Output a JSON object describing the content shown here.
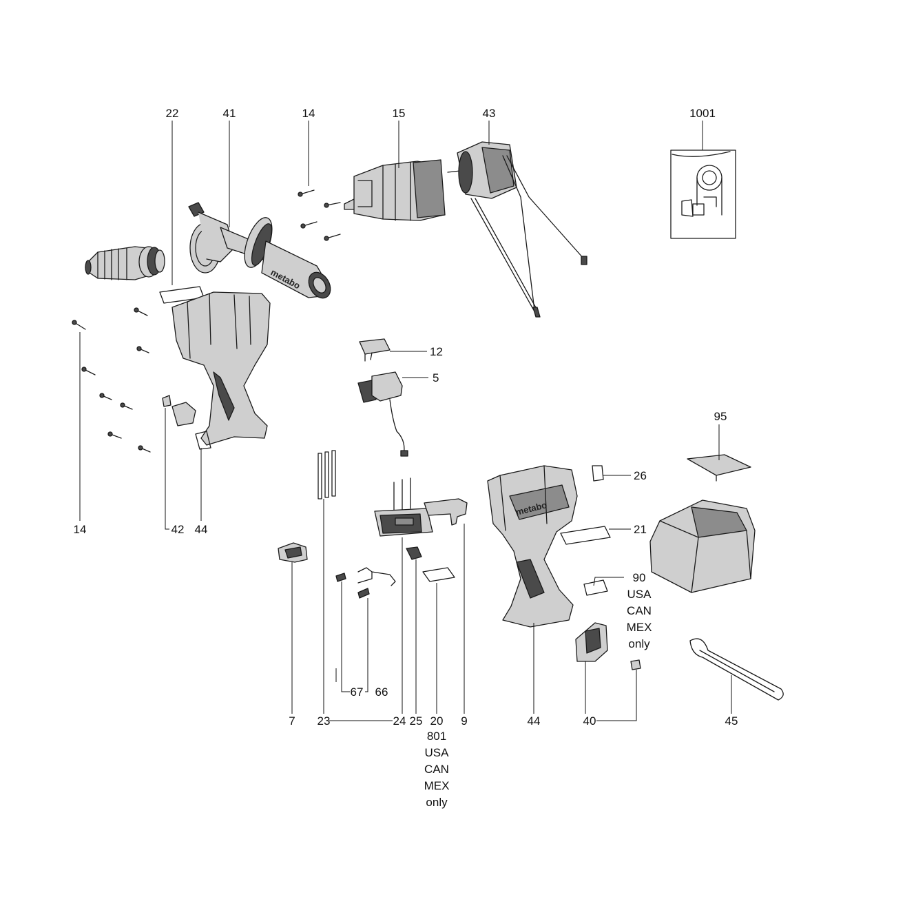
{
  "labels": {
    "p22": "22",
    "p41": "41",
    "p14a": "14",
    "p15": "15",
    "p43": "43",
    "p1001": "1001",
    "p12": "12",
    "p5": "5",
    "p95": "95",
    "p26": "26",
    "p21": "21",
    "p90": "90",
    "p90_note": [
      "USA",
      "CAN",
      "MEX",
      "only"
    ],
    "p14b": "14",
    "p42": "42",
    "p44a": "44",
    "p7": "7",
    "p23": "23",
    "p24": "24",
    "p25": "25",
    "p20": "20",
    "p9": "9",
    "p801": "801",
    "p801_note": [
      "USA",
      "CAN",
      "MEX",
      "only"
    ],
    "p67": "67",
    "p66": "66",
    "p44b": "44",
    "p40": "40",
    "p45": "45"
  },
  "brand_text": "metabo"
}
